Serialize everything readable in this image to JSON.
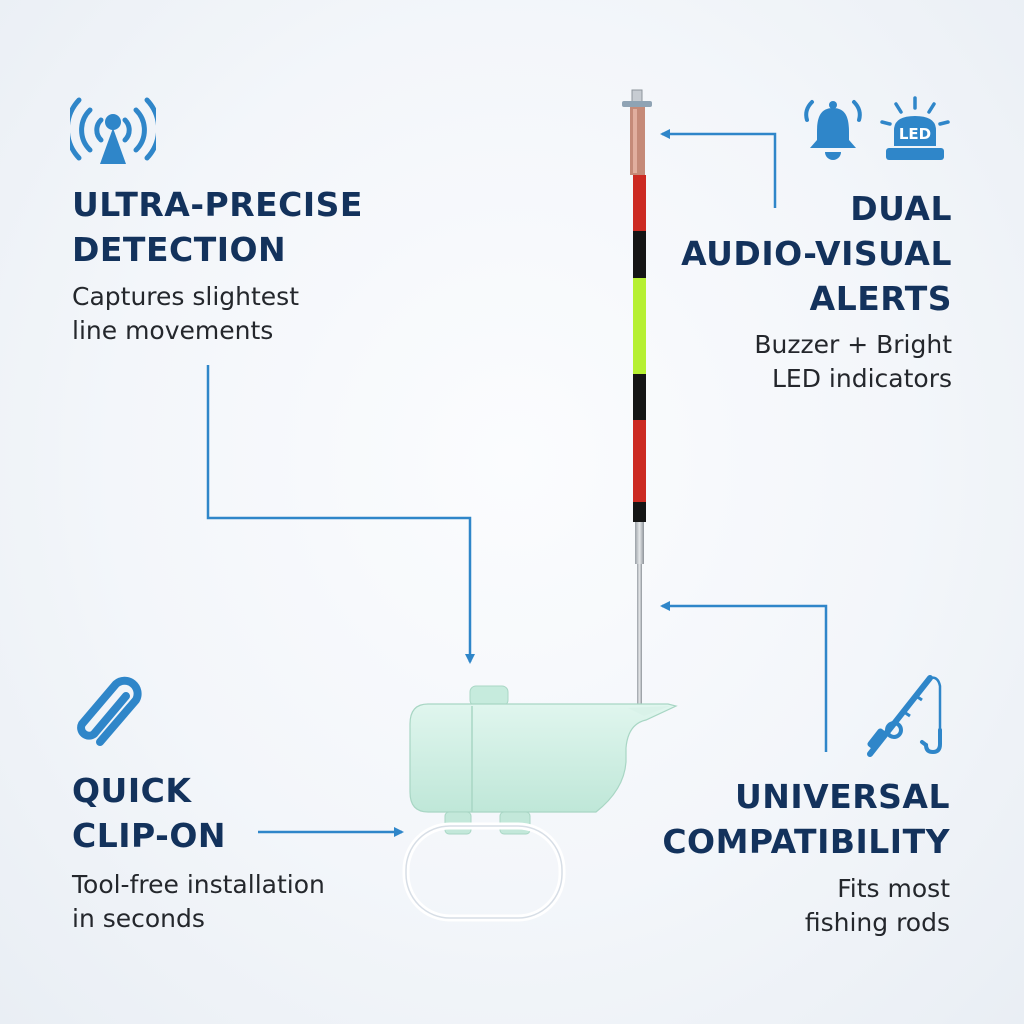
{
  "colors": {
    "accent": "#2f86c9",
    "heading": "#13325c",
    "body_text": "#24272c",
    "device_body": "#cfeee3",
    "flag_red": "#cc2a22",
    "flag_black": "#151515",
    "flag_green": "#b6f032"
  },
  "features": {
    "detection": {
      "icon": "signal-antenna-icon",
      "title_lines": [
        "ULTRA-PRECISE",
        "DETECTION"
      ],
      "desc_lines": [
        "Captures slightest",
        "line movements"
      ]
    },
    "alerts": {
      "icons": [
        "bell-icon",
        "led-light-icon"
      ],
      "led_label": "LED",
      "title_lines": [
        "DUAL",
        "AUDIO-VISUAL",
        "ALERTS"
      ],
      "desc_lines": [
        "Buzzer + Bright",
        "LED indicators"
      ]
    },
    "clip": {
      "icon": "paperclip-icon",
      "title_lines": [
        "QUICK",
        "CLIP-ON"
      ],
      "desc_lines": [
        "Tool-free installation",
        "in seconds"
      ]
    },
    "compatibility": {
      "icon": "fishing-rod-icon",
      "title_lines": [
        "UNIVERSAL",
        "COMPATIBILITY"
      ],
      "desc_lines": [
        "Fits most",
        "fishing rods"
      ]
    }
  }
}
